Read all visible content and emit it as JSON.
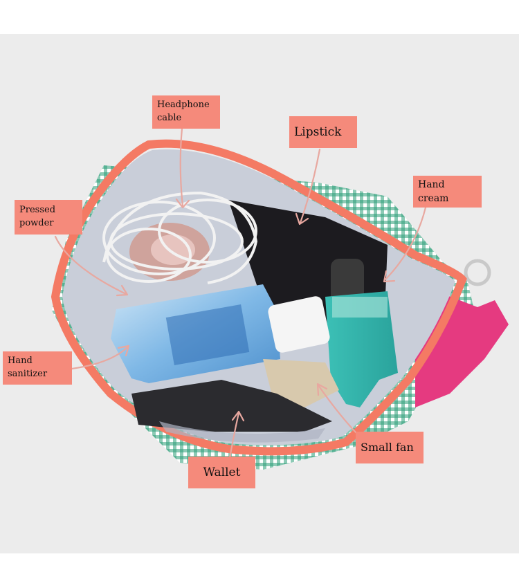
{
  "labels": {
    "headphone_cable": "Headphone cable",
    "lipstick": "Lipstick",
    "hand_cream": "Hand cream",
    "pressed_powder": "Pressed powder",
    "hand_sanitizer": "Hand sanitizer",
    "small_fan": "Small fan",
    "wallet": "Wallet"
  },
  "colors": {
    "label_bg": "#f58a7b",
    "arrow": "#e8a8a0",
    "background": "#eaeaea",
    "zipper": "#f47a64",
    "lining": "#c9ced9",
    "gingham_green": "#2e9e78"
  }
}
